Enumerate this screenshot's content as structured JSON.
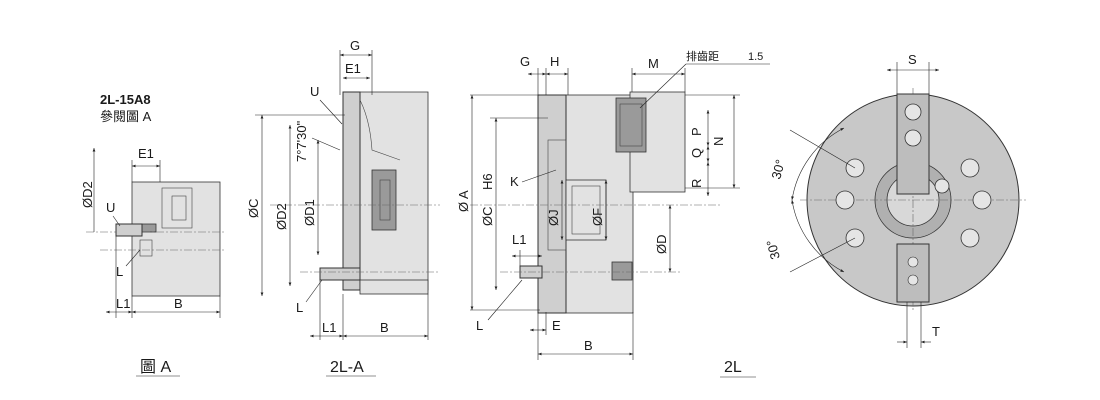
{
  "figure_a": {
    "title": "2L-15A8",
    "subtitle": "參閱圖 A",
    "caption": "圖 A",
    "labels": {
      "e1": "E1",
      "d2": "ØD2",
      "u": "U",
      "l": "L",
      "l1": "L1",
      "b": "B"
    }
  },
  "view_2la": {
    "caption": "2L-A",
    "labels": {
      "g": "G",
      "e1": "E1",
      "u": "U",
      "angle": "7°7'30\"",
      "c": "ØC",
      "d2": "ØD2",
      "d1": "ØD1",
      "l": "L",
      "l1": "L1",
      "b": "B"
    }
  },
  "view_2l": {
    "caption": "2L",
    "labels": {
      "g": "G",
      "h": "H",
      "m": "M",
      "pitch": "排齒距",
      "pitch_value": "1.5",
      "p": "P",
      "q": "Q",
      "n": "N",
      "r": "R",
      "k": "K",
      "a": "Ø A",
      "c": "ØC",
      "h6": "H6",
      "j": "ØJ",
      "f": "ØF",
      "d": "ØD",
      "l1": "L1",
      "l": "L",
      "e": "E",
      "b": "B"
    }
  },
  "front_view": {
    "labels": {
      "s": "S",
      "t": "T",
      "angle_top": "30°",
      "angle_bottom": "30°"
    }
  }
}
